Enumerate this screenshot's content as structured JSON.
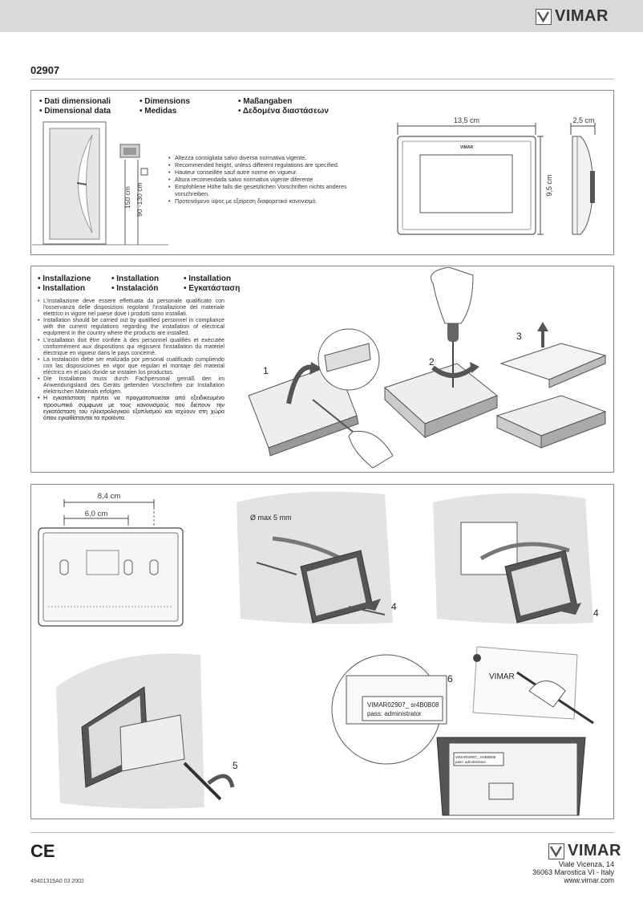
{
  "brand": "VIMAR",
  "product_code": "02907",
  "dimensions_section": {
    "headings_col1": [
      "Dati dimensionali",
      "Dimensional data"
    ],
    "headings_col2": [
      "Dimensions",
      "Medidas"
    ],
    "headings_col3": [
      "Maßangaben",
      "Δεδομένα διαστάσεων"
    ],
    "height_labels": [
      "150 cm",
      "90 -130 cm"
    ],
    "notes": [
      "Altezza consigliata salvo diversa normativa vigente.",
      "Recommended height, unless different regulations are specified.",
      "Hauteur conseillée sauf autre norme en vigueur.",
      "Altura recomendada salvo normativa vigente diferente",
      "Empfohlene Höhe falls die gesetzlichen Vorschriften nichts anderes vorschreiben.",
      "Προτεινόμενο ύψος με εξαίρεση διαφορετικό κανονισμό."
    ],
    "width_label": "13,5 cm",
    "depth_label": "2,5 cm",
    "height_label": "9,5 cm",
    "device_logo": "VIMAR"
  },
  "installation_section": {
    "headings_col1": [
      "Installazione",
      "Installation"
    ],
    "headings_col2": [
      "Installation",
      "Instalación"
    ],
    "headings_col3": [
      "Installation",
      "Εγκατάσταση"
    ],
    "paragraphs": [
      "L'installazione deve essere effettuata da personale qualificato con l'osservanza delle disposizioni regolanti l'installazione del materiale elettrico in vigore nel paese dove i prodotti sono installati.",
      "Installation should be carried out by qualified personnel in compliance with the current regulations regarding the installation of electrical equipment in the country where the products are installed.",
      "L'installation doit être confiée à des personnel qualifiés et exécutée conformément aux dispositions qui régissent l'installation du matériel électrique en vigueur dans le pays concerné.",
      "La instalación debe ser realizada por personal cualificado cumpliendo con las disposiciones en vigor que regulan el montaje del material eléctrico en el país donde se instalen los productos.",
      "Die Installation muss durch Fachpersonal gemäß den im Anwendungsland des Geräts geltenden Vorschriften zur Installation elektrischen Materials erfolgen.",
      "Η εγκατάσταση πρέπει να πραγματοποιείται από εξειδικευμένο προσωπικό σύμφωνα με τους κανονισμούς που διέπουν την εγκατάσταση του ηλεκτρολογικού εξοπλισμού και ισχύουν στη χώρα όπου εγκαθίστανται τα προϊόντα."
    ],
    "steps": [
      "1",
      "2",
      "3"
    ]
  },
  "mounting_section": {
    "dim_outer": "8,4 cm",
    "dim_inner": "6,0 cm",
    "cable_note": "Ø max 5 mm",
    "steps": [
      "4",
      "4",
      "5",
      "6"
    ],
    "label_line1": "VIMAR02907_ sr4B0B08",
    "label_line2": "pass: administrator",
    "small_label_line1": "VIMAR02907_ sr4B0B08",
    "small_label_line2": "pass: administrator",
    "handwriting": "VIMAR"
  },
  "footer": {
    "ce_mark": "CE",
    "doc_code": "49401315A0  03  2002",
    "brand": "VIMAR",
    "address_line1": "Viale Vicenza, 14",
    "address_line2": "36063 Marostica VI - Italy",
    "website": "www.vimar.com"
  }
}
